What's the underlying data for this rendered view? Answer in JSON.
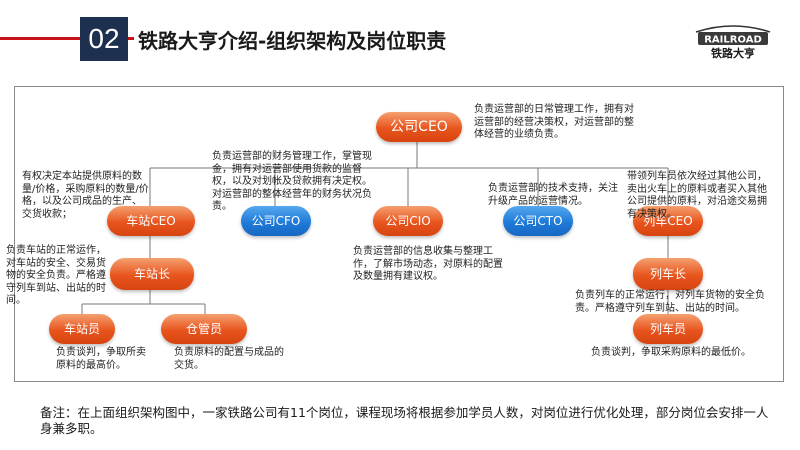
{
  "header": {
    "number": "02",
    "title": "铁路大亨介绍-组织架构及岗位职责",
    "logo_top": "RAILROAD",
    "logo_bottom": "铁路大亨"
  },
  "nodes": {
    "ceo": "公司CEO",
    "station_ceo": "车站CEO",
    "cfo": "公司CFO",
    "cio": "公司CIO",
    "cto": "公司CTO",
    "train_ceo": "列车CEO",
    "station_master": "车站长",
    "train_master": "列车长",
    "station_staff": "车站员",
    "warehouse": "仓管员",
    "train_staff": "列车员"
  },
  "descriptions": {
    "ceo": "负责运营部的日常管理工作，拥有对运营部的经营决策权，对运营部的整体经营的业绩负责。",
    "cfo": "负责运营部的财务管理工作，掌管现金，拥有对运营部使用货款的监督权，以及对划帐及贷款拥有决定权。对运营部的整体经营年的财务状况负责。",
    "station_ceo": "有权决定本站提供原料的数量/价格，采购原料的数量/价格，以及公司成品的生产、交货收款；",
    "cto": "负责运营部的技术支持，关注升级产品的运营情况。",
    "train_ceo": "带领列车员依次经过其他公司，卖出火车上的原料或者买入其他公司提供的原料，对沿途交易拥有决策权。",
    "station_master": "负责车站的正常运作，对车站的安全、交易货物的安全负责。严格遵守列车到站、出站的时间。",
    "cio": "负责运营部的信息收集与整理工作，了解市场动态，对原料的配置及数量拥有建议权。",
    "train_master": "负责列车的正常运行，对列车货物的安全负责。严格遵守列车到站、出站的时间。",
    "station_staff": "负责谈判，争取所卖原料的最高价。",
    "warehouse": "负责原料的配置与成品的交货。",
    "train_staff": "负责谈判，争取采购原料的最低价。"
  },
  "note": "备注：在上面组织架构图中，一家铁路公司有11个岗位，课程现场将根据参加学员人数，对岗位进行优化处理，部分岗位会安排一人身兼多职。",
  "colors": {
    "accent_red": "#c8121a",
    "navy": "#1e3050",
    "orange": "#e8541d",
    "blue": "#1f7ad8"
  }
}
